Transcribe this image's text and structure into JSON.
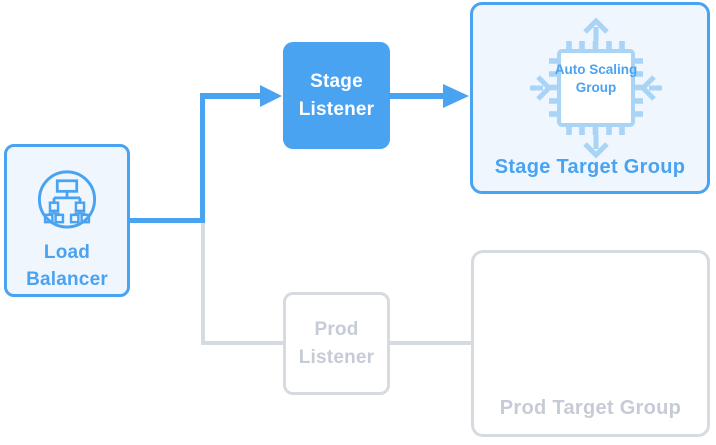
{
  "diagram": {
    "load_balancer": {
      "label": "Load Balancer"
    },
    "stage_listener": {
      "label": "Stage Listener"
    },
    "prod_listener": {
      "label": "Prod Listener"
    },
    "stage_target_group": {
      "label": "Stage Target Group",
      "auto_scaling_group": {
        "label": "Auto Scaling Group"
      }
    },
    "prod_target_group": {
      "label": "Prod Target Group"
    },
    "colors": {
      "primary_blue": "#4AA3F0",
      "light_blue_fill": "#EFF6FE",
      "pale_blue_icon": "#A9D4F6",
      "inactive_gray_border": "#D6DAE1",
      "inactive_gray_text": "#C6CBD6",
      "white": "#FFFFFF"
    }
  }
}
